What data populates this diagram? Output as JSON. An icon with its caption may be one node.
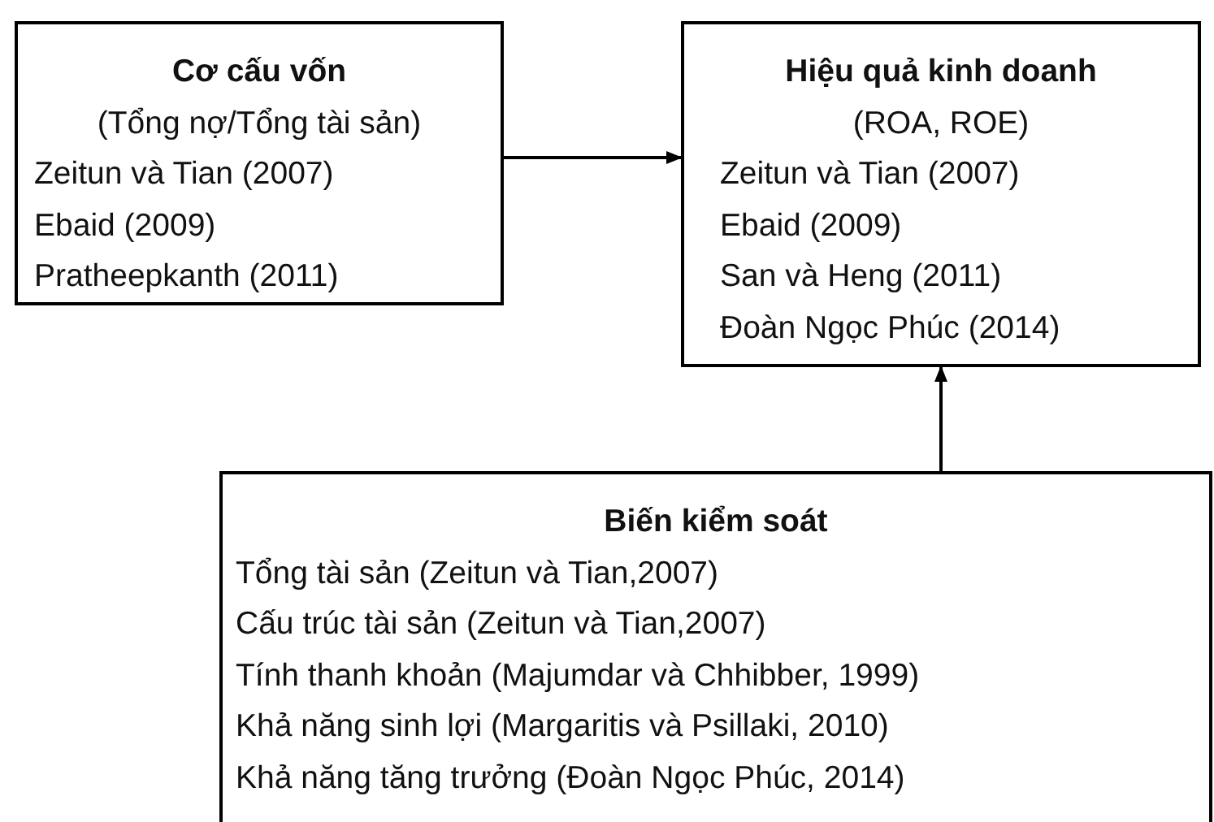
{
  "diagram": {
    "nodes": [
      {
        "text": [
          "Cơ cấu vốn",
          "(Tổng nợ/Tổng tài sản)",
          "Zeitun và Tian (2007)",
          "Ebaid (2009)",
          "Pratheepkanth (2011)"
        ]
      },
      {
        "text": [
          "Hiệu quả kinh doanh",
          "(ROA, ROE)",
          "Zeitun và Tian (2007)",
          "Ebaid (2009)",
          "San và Heng (2011)",
          "Đoàn Ngọc Phúc (2014)"
        ]
      },
      {
        "text": [
          "Biến kiểm soát",
          "Tổng tài sản (Zeitun và Tian,2007)",
          "Cấu trúc tài sản (Zeitun và Tian,2007)",
          "Tính thanh khoản (Majumdar và Chhibber, 1999)",
          "Khả năng sinh lợi (Margaritis và Psillaki, 2010)",
          "Khả năng tăng trưởng (Đoàn Ngọc Phúc, 2014)"
        ]
      }
    ],
    "edges": [
      {
        "from": 0,
        "to": 1,
        "arrow": "to"
      },
      {
        "from": 2,
        "to": 1,
        "arrow": "to"
      }
    ]
  }
}
